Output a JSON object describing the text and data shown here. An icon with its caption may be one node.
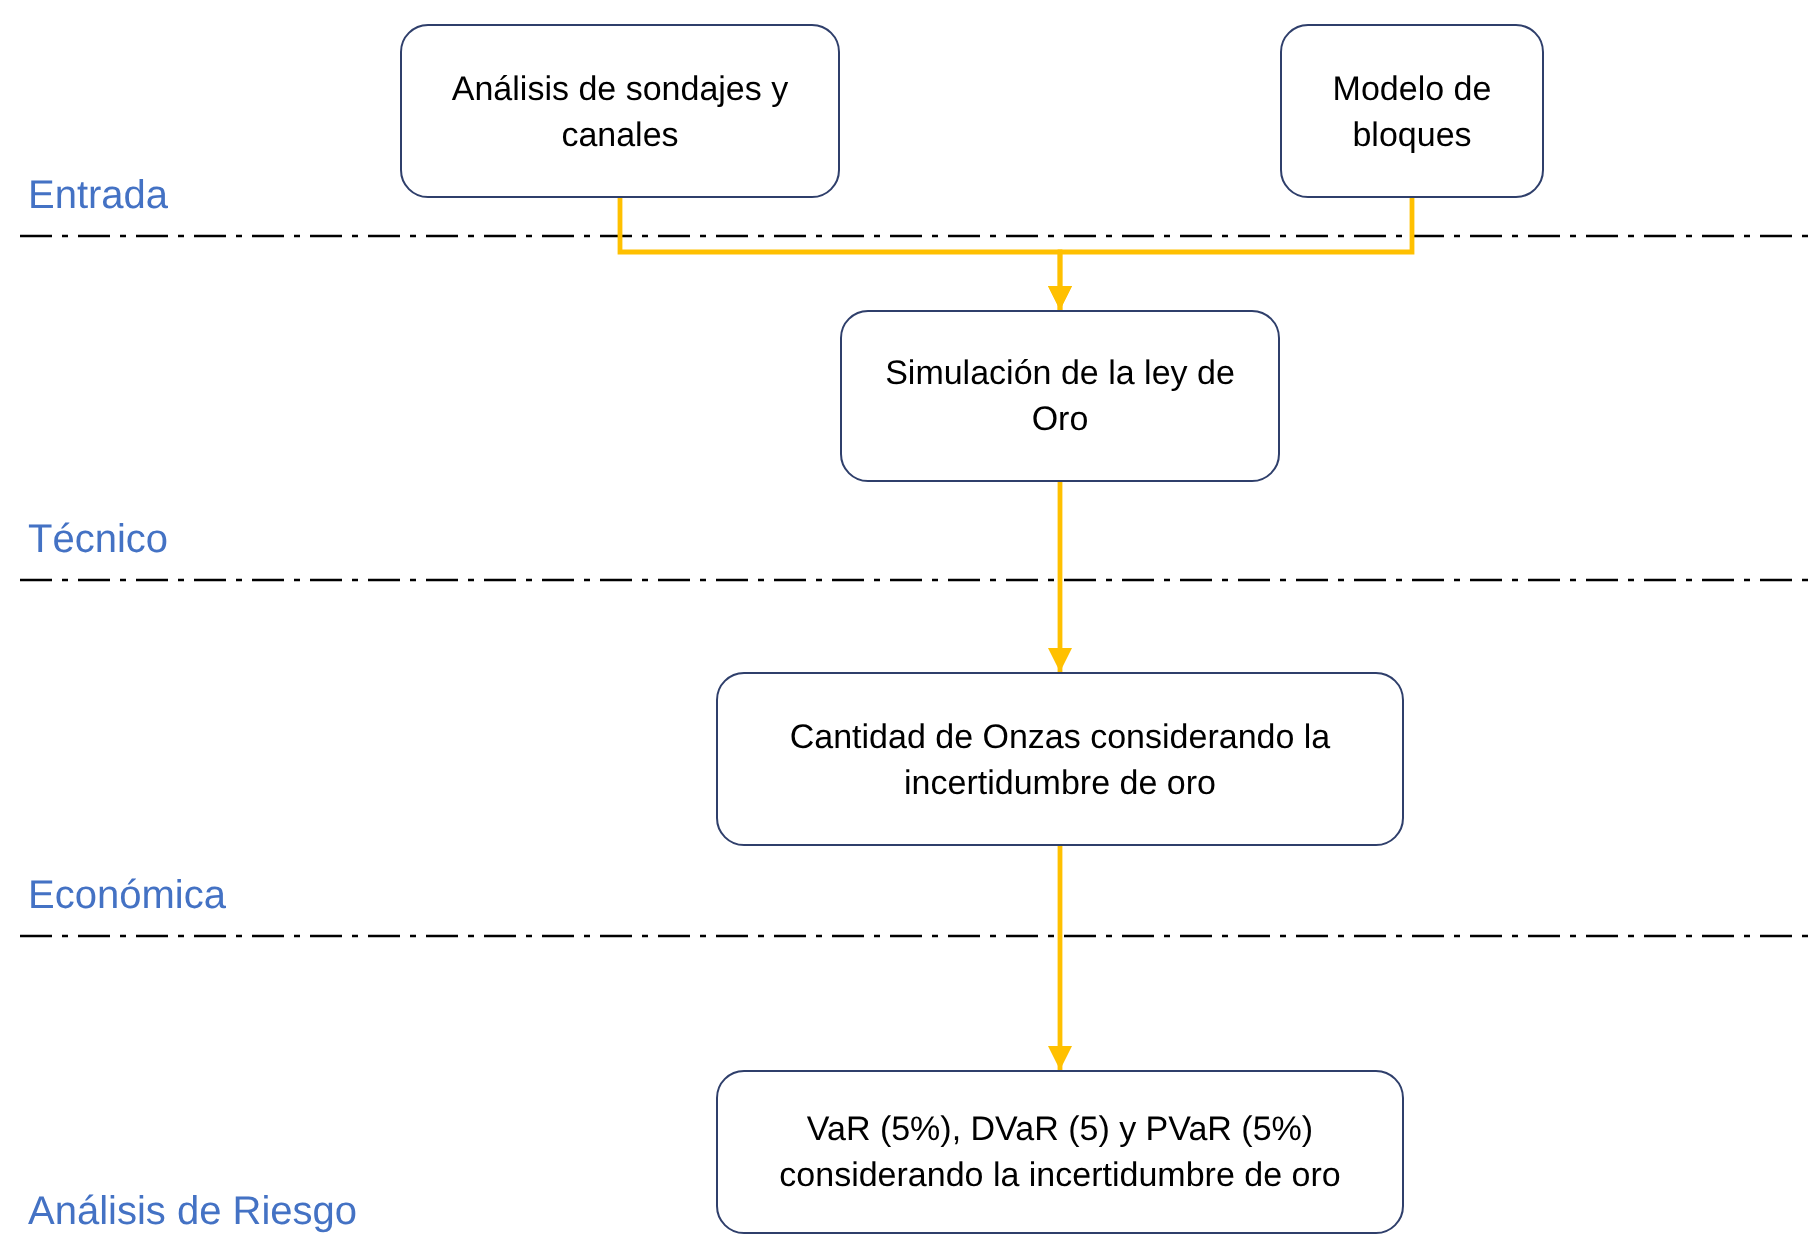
{
  "diagram": {
    "nodes": [
      {
        "text": [
          "Análisis de sondajes y canales"
        ]
      },
      {
        "text": [
          "Modelo de bloques"
        ]
      },
      {
        "text": [
          "Simulación de la ley de Oro"
        ]
      },
      {
        "text": [
          "Cantidad de Onzas considerando la incertidumbre de oro"
        ]
      },
      {
        "text": [
          "VaR (5%), DVaR (5) y PVaR (5%) considerando la incertidumbre de oro"
        ]
      }
    ],
    "edges": [
      {
        "from": 0,
        "to": 2,
        "arrow": "to"
      },
      {
        "from": 1,
        "to": 2,
        "arrow": "to"
      },
      {
        "from": 2,
        "to": 3,
        "arrow": "to"
      },
      {
        "from": 3,
        "to": 4,
        "arrow": "to"
      }
    ],
    "labels": [
      "Entrada",
      "Técnico",
      "Económica",
      "Análisis de Riesgo"
    ]
  }
}
